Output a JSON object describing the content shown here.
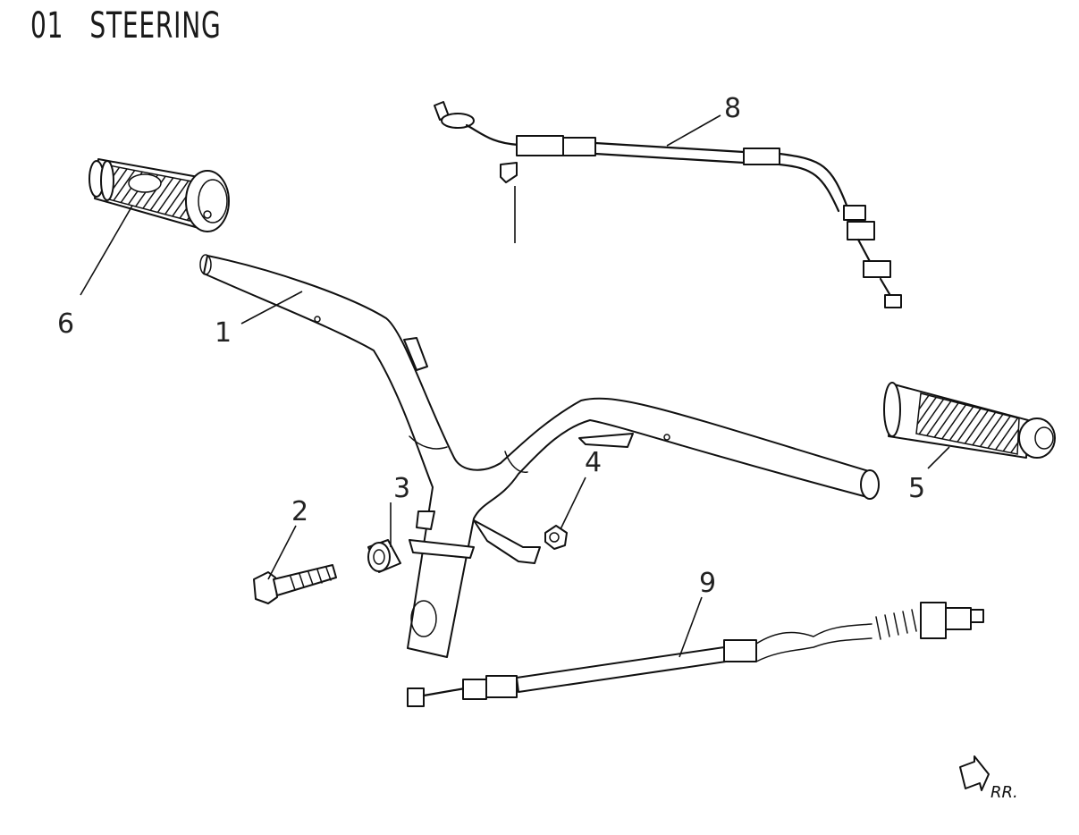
{
  "title": {
    "number": "01",
    "name": "STEERING"
  },
  "callouts": {
    "p1": "1",
    "p2": "2",
    "p3": "3",
    "p4": "4",
    "p5": "5",
    "p6": "6",
    "p8": "8",
    "p9": "9"
  },
  "direction": {
    "label": "RR."
  }
}
